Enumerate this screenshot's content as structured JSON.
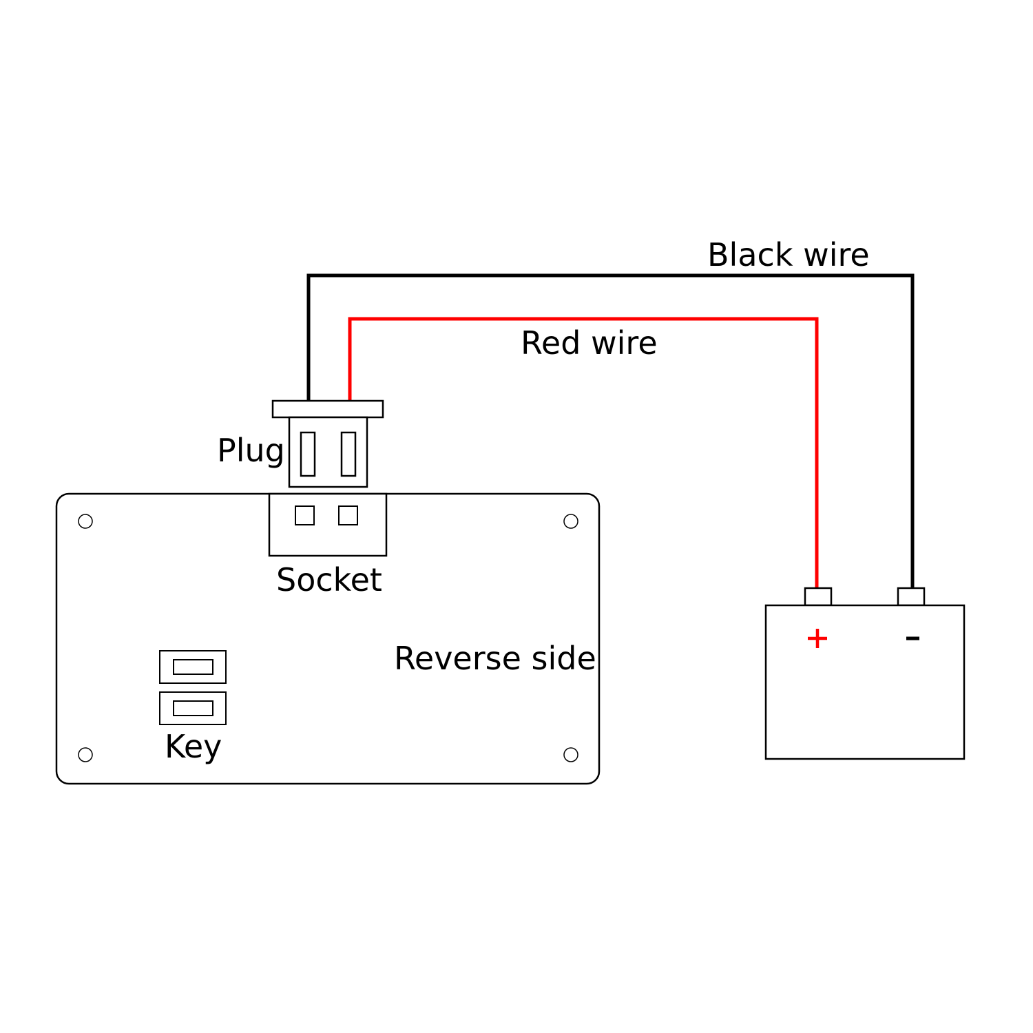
{
  "labels": {
    "black_wire": "Black wire",
    "red_wire": "Red wire",
    "plug": "Plug",
    "socket": "Socket",
    "reverse_side": "Reverse side",
    "key": "Key"
  },
  "battery": {
    "positive_symbol": "+",
    "negative_symbol": "-"
  },
  "colors": {
    "black_wire": "#000000",
    "red_wire": "#ff0000",
    "outline": "#000000",
    "background": "#ffffff"
  }
}
